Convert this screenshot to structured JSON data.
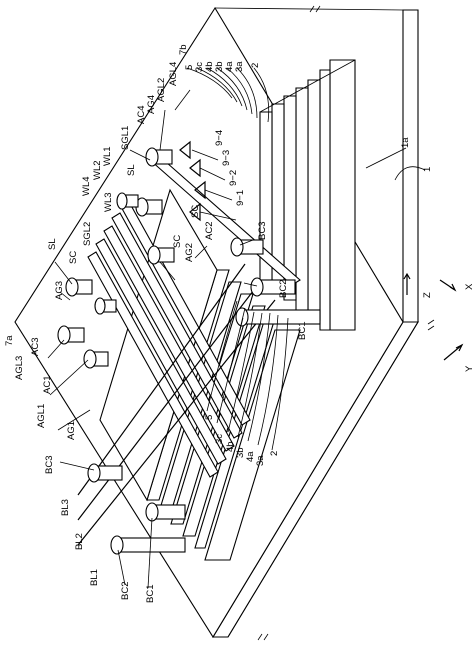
{
  "figure": {
    "background": "#ffffff",
    "ink": "#000000",
    "labels": {
      "sub_1a": "1a",
      "sub_1": "1",
      "ax_z": "Z",
      "ax_x": "X",
      "ax_y": "Y",
      "l5_top": "5",
      "l3c_top": "3c",
      "l4b_top": "4b",
      "l3b_top": "3b",
      "l4a_top": "4a",
      "l3a_top": "3a",
      "l2_top": "2",
      "agl4": "AGL4",
      "l7b": "7b",
      "agl2": "AGL2",
      "ag4": "AG4",
      "ac4": "AC4",
      "sgl1": "SGL1",
      "sl_top": "SL",
      "wl1": "WL1",
      "wl2": "WL2",
      "wl4": "WL4",
      "wl3": "WL3",
      "sc_top": "SC",
      "sc_mid": "SC",
      "ag2": "AG2",
      "ac2": "AC2",
      "bc3_top": "BC3",
      "bc2_top": "BC2",
      "bc1_top": "BC1",
      "p9_4": "9−4",
      "p9_3": "9−3",
      "p9_2": "9−2",
      "p9_1": "9−1",
      "sl_left": "SL",
      "sc_left": "SC",
      "sgl2": "SGL2",
      "ag3": "AG3",
      "l7a": "7a",
      "ac3": "AC3",
      "agl3": "AGL3",
      "ac1": "AC1",
      "agl1": "AGL1",
      "ag1": "AG1",
      "bc3_left": "BC3",
      "bl3": "BL3",
      "bl2": "BL2",
      "bl1": "BL1",
      "bc2_bot": "BC2",
      "bc1_bot": "BC1",
      "l5_bot": "5",
      "l3c_bot": "3c",
      "l4b_bot": "4b",
      "l3b_bot": "3b",
      "l4a_bot": "4a",
      "l3a_bot": "3a",
      "l2_bot": "2"
    }
  }
}
